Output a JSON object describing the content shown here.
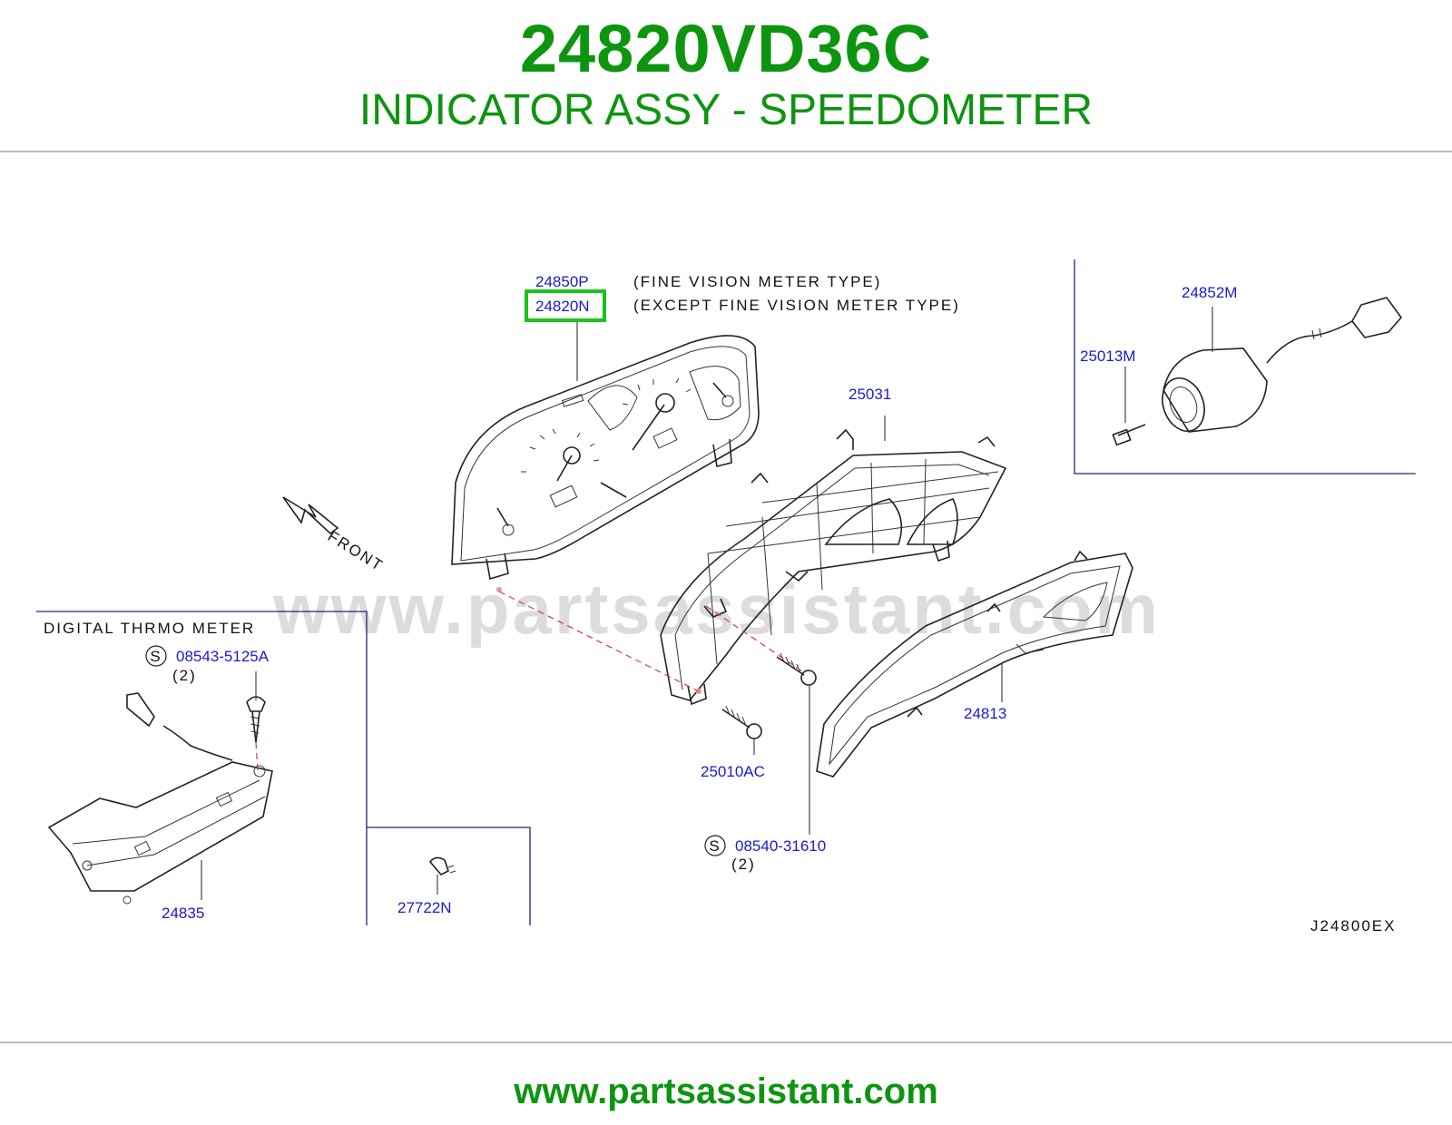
{
  "header": {
    "part_number": "24820VD36C",
    "part_name": "INDICATOR ASSY - SPEEDOMETER"
  },
  "diagram": {
    "callouts": {
      "p24850P": "24850P",
      "p24820N": "24820N",
      "p25031": "25031",
      "p24852M": "24852M",
      "p25013M": "25013M",
      "p24813": "24813",
      "p25010AC": "25010AC",
      "p08540_31610": "08540-31610",
      "p08543_5125A": "08543-5125A",
      "p24835": "24835",
      "p27722N": "27722N"
    },
    "notes": {
      "fine_vision": "(FINE  VISION  METER  TYPE)",
      "except_fine_vision": "(EXCEPT  FINE  VISION  METER  TYPE)",
      "front": "FRONT",
      "digital_thermo": "DIGITAL  THRMO  METER",
      "qty_08543": "(2)",
      "qty_08540": "(2)",
      "screw_symbol": "S",
      "drawing_code": "J24800EX"
    },
    "watermark": "www.partsassistant.com",
    "highlight_color": "#19c41b"
  },
  "footer": {
    "url": "www.partsassistant.com"
  },
  "colors": {
    "brand_green": "#0e9510",
    "callout_blue": "#1a1ad0"
  }
}
